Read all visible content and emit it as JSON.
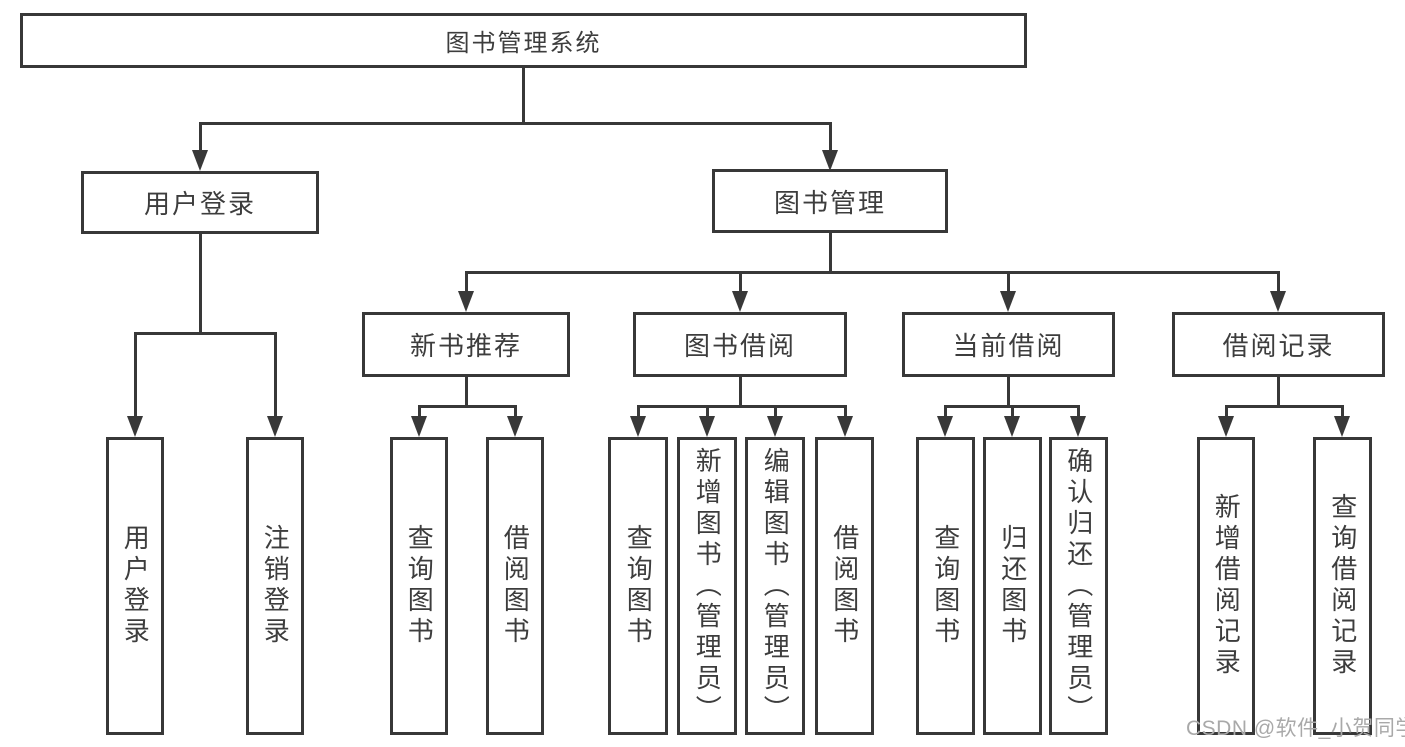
{
  "tree": {
    "root": {
      "label": "图书管理系统"
    },
    "branches": [
      {
        "label": "用户登录",
        "children": [
          {
            "label": "用户登录"
          },
          {
            "label": "注销登录"
          }
        ]
      },
      {
        "label": "图书管理",
        "children": [
          {
            "label": "新书推荐",
            "children": [
              {
                "label": "查询图书"
              },
              {
                "label": "借阅图书"
              }
            ]
          },
          {
            "label": "图书借阅",
            "children": [
              {
                "label": "查询图书"
              },
              {
                "label": "新增图书（管理员）"
              },
              {
                "label": "编辑图书（管理员）"
              },
              {
                "label": "借阅图书"
              }
            ]
          },
          {
            "label": "当前借阅",
            "children": [
              {
                "label": "查询图书"
              },
              {
                "label": "归还图书"
              },
              {
                "label": "确认归还（管理员）"
              }
            ]
          },
          {
            "label": "借阅记录",
            "children": [
              {
                "label": "新增借阅记录"
              },
              {
                "label": "查询借阅记录"
              }
            ]
          }
        ]
      }
    ]
  },
  "watermark": {
    "text": "CSDN @软件_小贺同学"
  },
  "colors": {
    "background": "#ffffff",
    "box_border": "#383838",
    "connector_line": "#383838",
    "text": "#3d3d3d",
    "watermark_text": "#a9a9a9"
  }
}
